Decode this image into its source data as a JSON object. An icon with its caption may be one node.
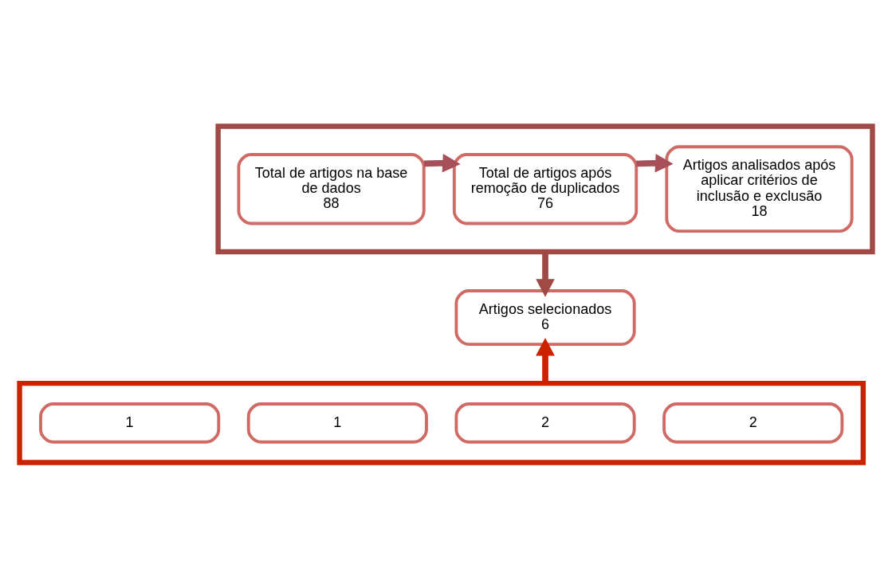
{
  "diagram": {
    "nodes": [
      {
        "text": [],
        "shape": "box"
      },
      {
        "text": [
          "Total de artigos na base de dados",
          "88"
        ],
        "in": 0
      },
      {
        "text": [
          "Total de artigos após remoção de duplicados",
          "76"
        ],
        "in": 0
      },
      {
        "text": [
          "Artigos analisados após aplicar critérios de inclusão e exclusão",
          "18"
        ],
        "in": 0
      },
      {
        "text": [
          "Artigos selecionados",
          "6"
        ]
      },
      {
        "text": [],
        "shape": "box"
      },
      {
        "text": [
          "1"
        ],
        "in": 5
      },
      {
        "text": [
          "1"
        ],
        "in": 5
      },
      {
        "text": [
          "2"
        ],
        "in": 5
      },
      {
        "text": [
          "2"
        ],
        "in": 5
      }
    ],
    "edges": [
      {
        "from": 1,
        "to": 2,
        "arrow": "to"
      },
      {
        "from": 2,
        "to": 3,
        "arrow": "to"
      },
      {
        "from": 0,
        "to": 4,
        "arrow": "to",
        "color": "#a04a45"
      },
      {
        "from": 5,
        "to": 4,
        "arrow": "to",
        "color": "#cc2200"
      }
    ]
  }
}
